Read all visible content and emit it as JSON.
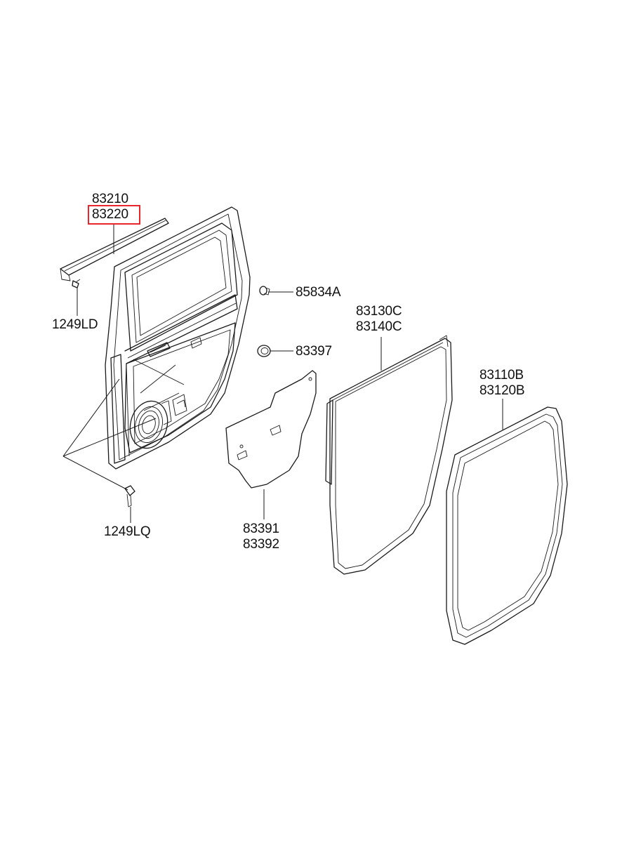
{
  "colors": {
    "highlight": "#e8262b",
    "line": "#1a1a1a",
    "background": "#ffffff"
  },
  "labels": {
    "p83210": "83210",
    "p83220": "83220",
    "p1249LD": "1249LD",
    "p85834A": "85834A",
    "p83397": "83397",
    "p83130C": "83130C",
    "p83140C": "83140C",
    "p83110B": "83110B",
    "p83120B": "83120B",
    "p83391": "83391",
    "p83392": "83392",
    "p1249LQ": "1249LQ"
  },
  "highlighted_part": "83220"
}
